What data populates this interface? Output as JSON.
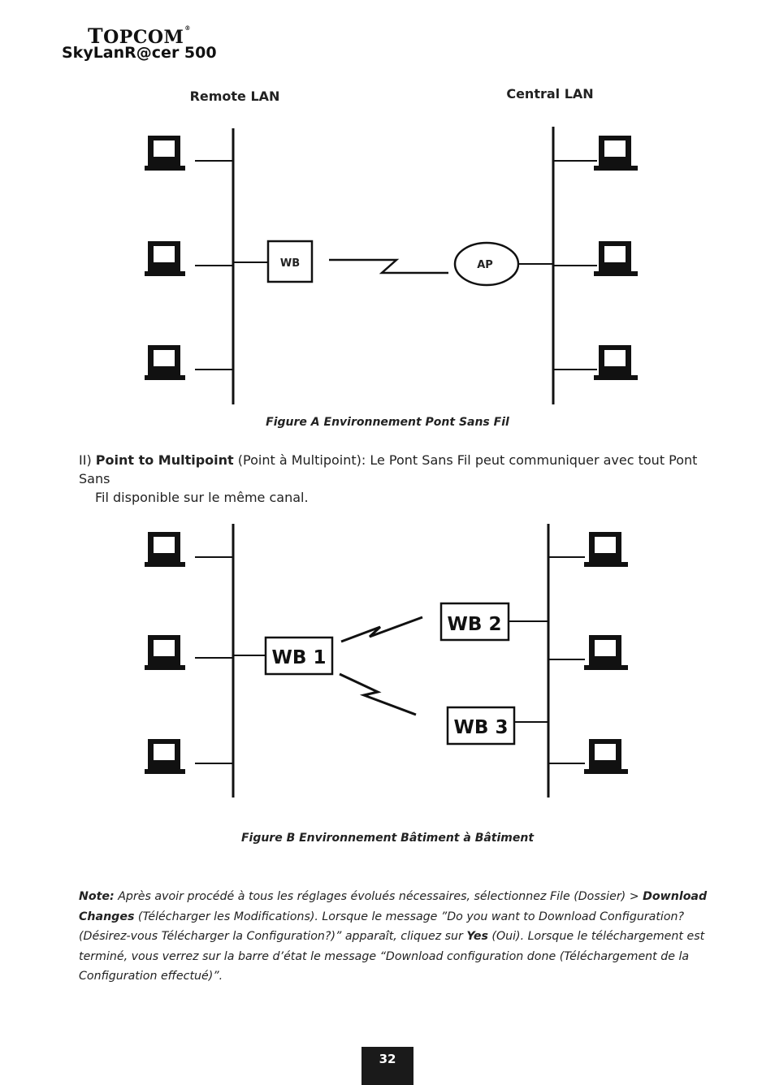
{
  "header": {
    "brand_t": "T",
    "brand_rest": "OPCOM",
    "brand_reg": "®",
    "product": "SkyLanR@cer 500"
  },
  "figure_a": {
    "left_title": "Remote LAN",
    "right_title": "Central LAN",
    "wb_label": "WB",
    "ap_label": "AP",
    "caption": "Figure A Environnement Pont Sans Fil"
  },
  "section_ii": {
    "prefix": "II) ",
    "label": "Point to Multipoint",
    "text1": " (Point à Multipoint): Le Pont Sans Fil peut communiquer avec tout Pont Sans",
    "text2": "Fil disponible sur le même canal."
  },
  "figure_b": {
    "wb1": "WB 1",
    "wb2": "WB 2",
    "wb3": "WB 3",
    "caption": "Figure B Environnement Bâtiment à Bâtiment"
  },
  "note": {
    "label": "Note:",
    "t1": " Après avoir procédé à tous les réglages évolués nécessaires, sélectionnez File (Dossier) > ",
    "download_changes": "Download Changes",
    "t2": " (Télécharger les Modifications). Lorsque le message ”Do you want to Download Configuration? (Désirez-vous Télécharger la Configuration?)” apparaît, cliquez sur ",
    "yes": "Yes",
    "t3": " (Oui). Lorsque le téléchargement est terminé, vous verrez sur la barre d’état le message “Download configuration done (Téléchargement de la Configuration effectué)”."
  },
  "footer": {
    "page_number": "32"
  }
}
